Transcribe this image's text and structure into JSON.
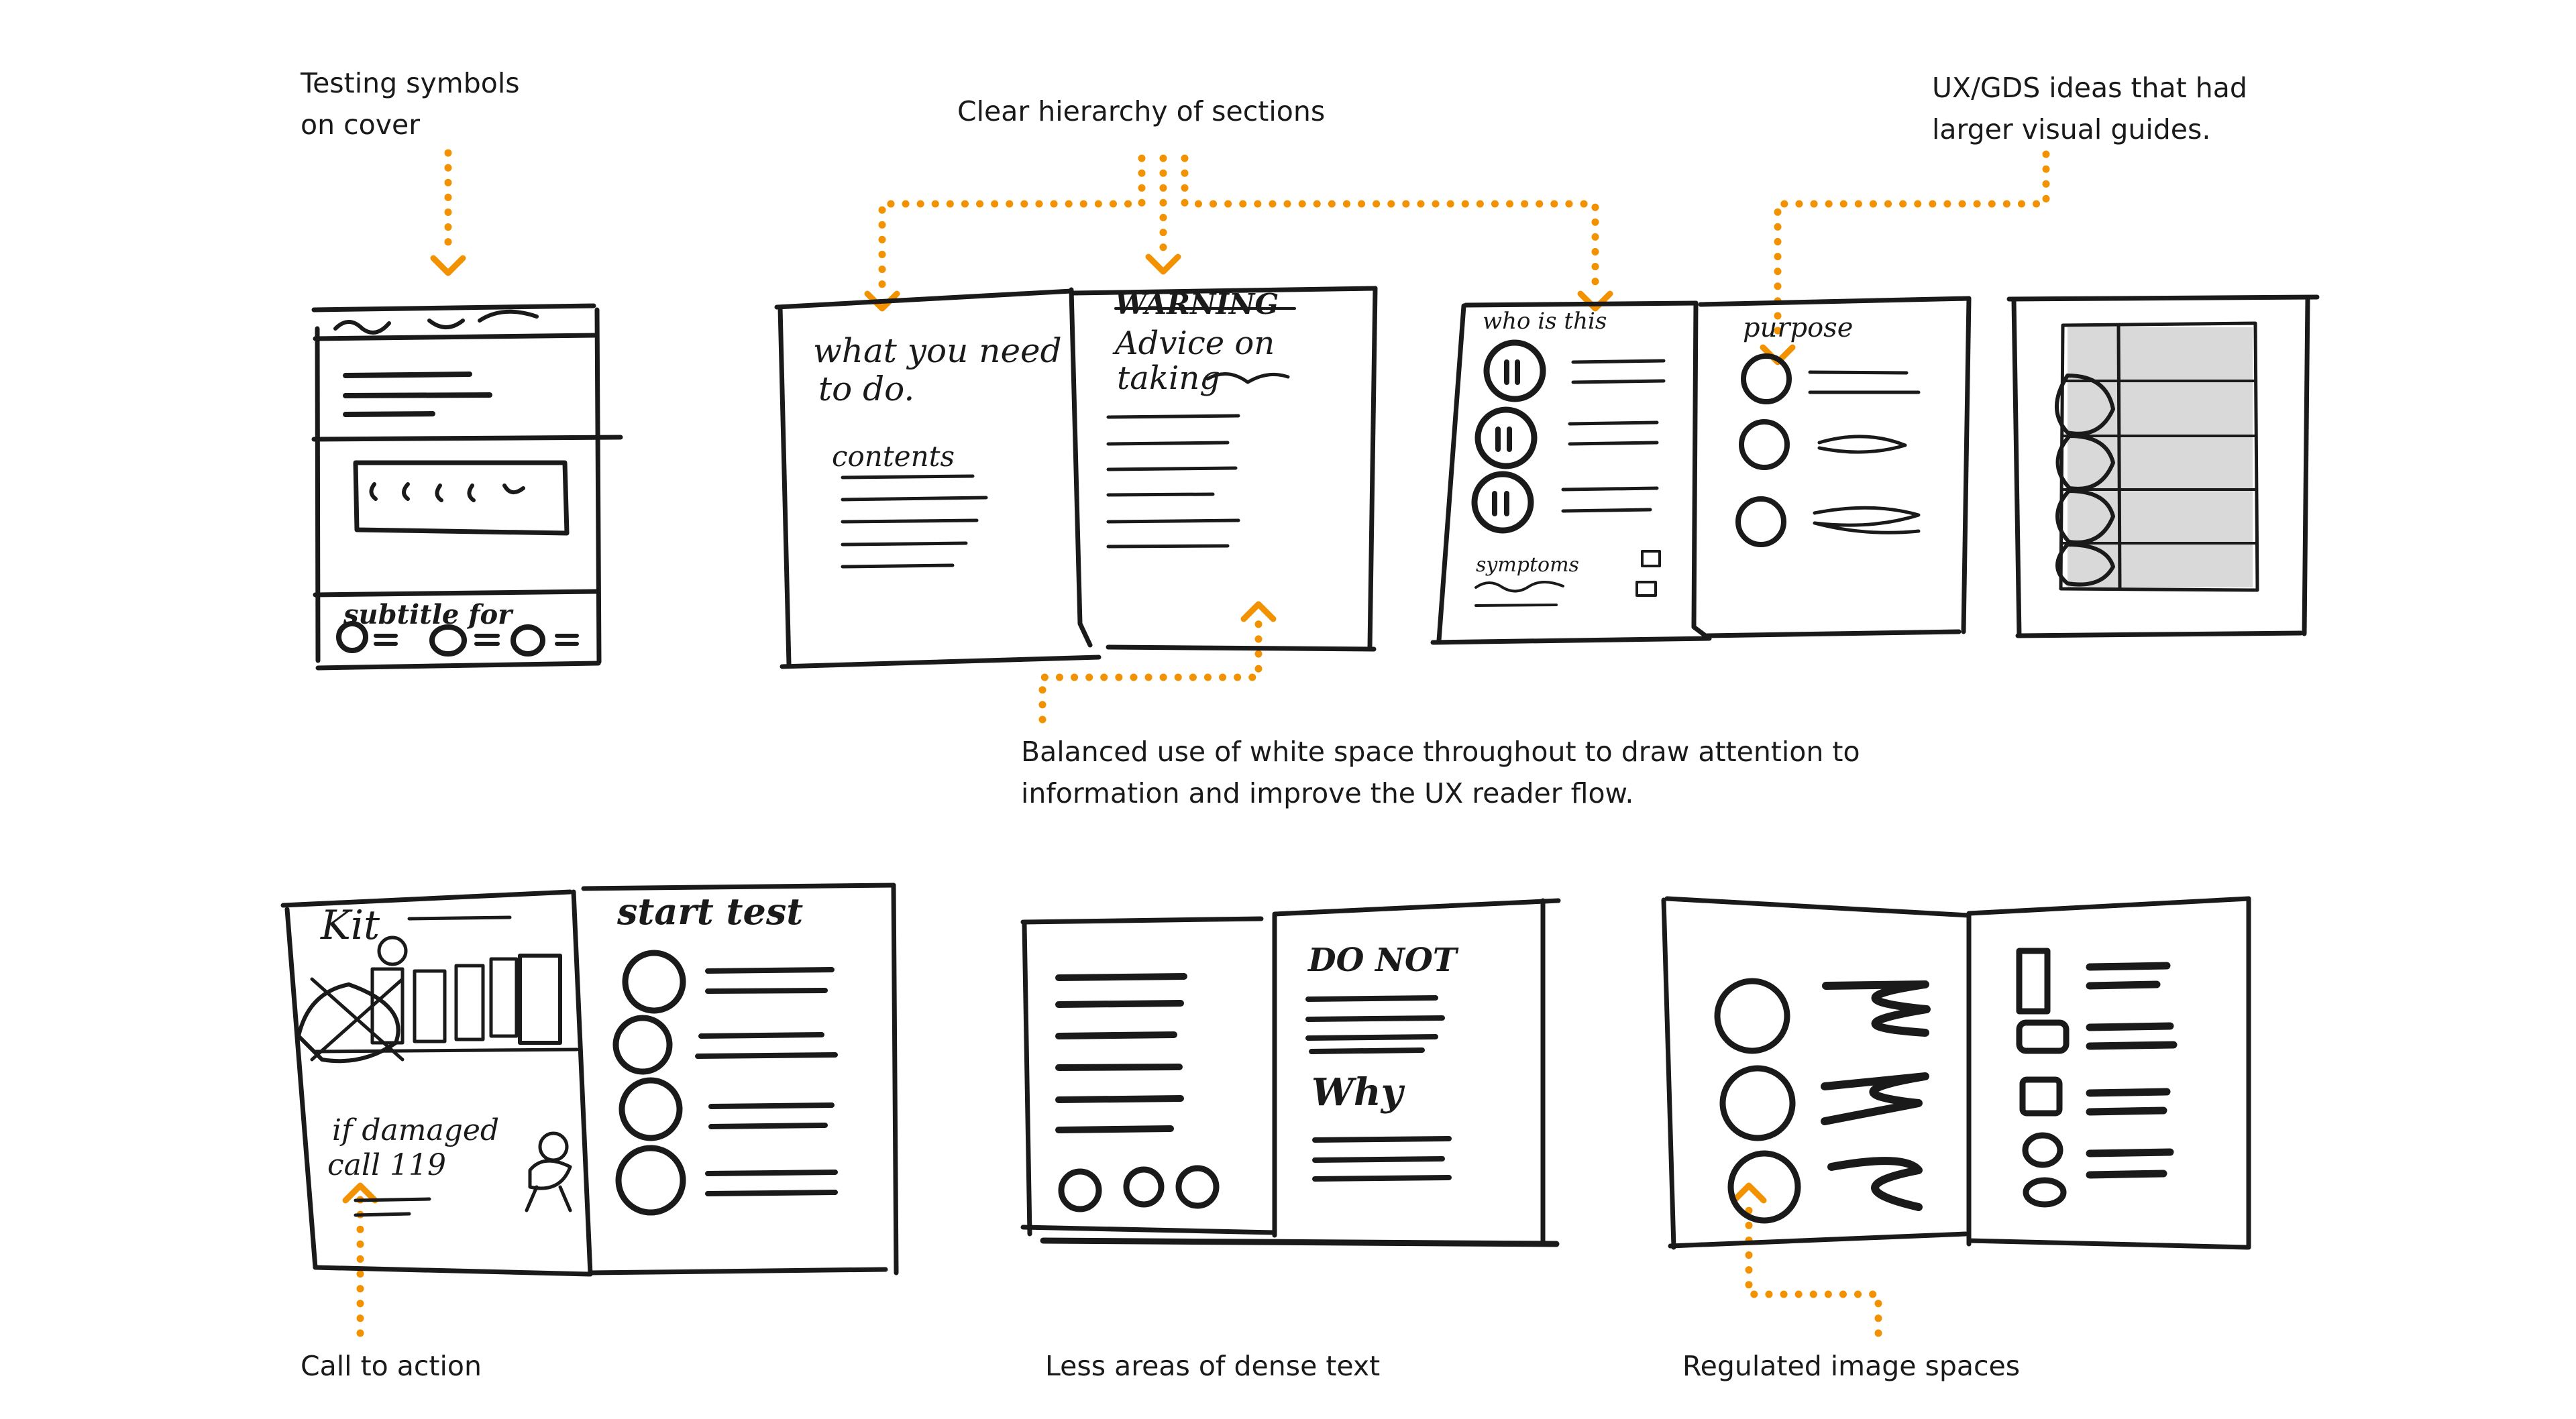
{
  "annotations": {
    "testing_symbols": [
      "Testing symbols",
      "on cover"
    ],
    "clear_hierarchy": "Clear hierarchy of sections",
    "ux_gds": [
      "UX/GDS ideas that had",
      "larger visual guides."
    ],
    "balanced_white_space": [
      "Balanced use of white space throughout to draw attention to",
      "information and improve the UX reader flow."
    ],
    "call_to_action": "Call to action",
    "less_dense_text": "Less areas of dense text",
    "regulated_images": "Regulated image spaces"
  },
  "sketch_text": {
    "cover_subtitle": "subtitle for",
    "what_you_need": [
      "what you need",
      "to do."
    ],
    "contents": "contents",
    "warning": "WARNING",
    "advice": [
      "Advice on",
      "taking"
    ],
    "who_is_this": "who is this",
    "symptoms": "symptoms",
    "purpose": "purpose",
    "kit": "Kit",
    "start_test": "start test",
    "if_damaged": [
      "if damaged",
      "call 119"
    ],
    "do_not": "DO NOT",
    "why": "Why"
  },
  "colors": {
    "arrow": "#f39200",
    "ink": "#1a1a1a",
    "shade": "#d9d9d9"
  }
}
